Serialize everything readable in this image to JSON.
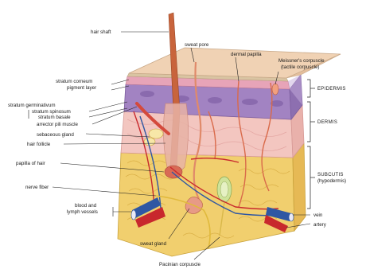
{
  "labels": {
    "hair_shaft": "hair shaft",
    "sweat_pore": "sweat pore",
    "dermal_papilla": "dermal papilla",
    "meissner_1": "Meissner's corpuscle",
    "meissner_2": "(tactile corpuscle)",
    "stratum_corneum": "stratum corneum",
    "pigment_layer": "pigment layer",
    "stratum_germinativum": "stratum germinativum",
    "stratum_spinosum": "stratum spinosum",
    "stratum_basale": "stratum basale",
    "arrector_pili": "arrector pili muscle",
    "sebaceous_gland": "sebaceous gland",
    "hair_follicle": "hair follicle",
    "papilla_of_hair": "papilla of hair",
    "nerve_fiber": "nerve fiber",
    "blood_1": "blood and",
    "blood_2": "lymph vessels",
    "sweat_gland": "sweat gland",
    "pacinian": "Pacinian corpuscle",
    "vein": "vein",
    "artery": "artery"
  },
  "layers": {
    "epidermis": "EPIDERMIS",
    "dermis": "DERMIS",
    "subcutis_1": "SUBCUTIS",
    "subcutis_2": "(hypodermis)"
  },
  "colors": {
    "epidermis_top": "#f0d2b4",
    "purple_layer": "#a283c2",
    "dermis": "#f3c6c0",
    "fat": "#f1cf6e",
    "hair": "#c8643c",
    "artery": "#c8282d",
    "vein": "#2f57a3"
  }
}
